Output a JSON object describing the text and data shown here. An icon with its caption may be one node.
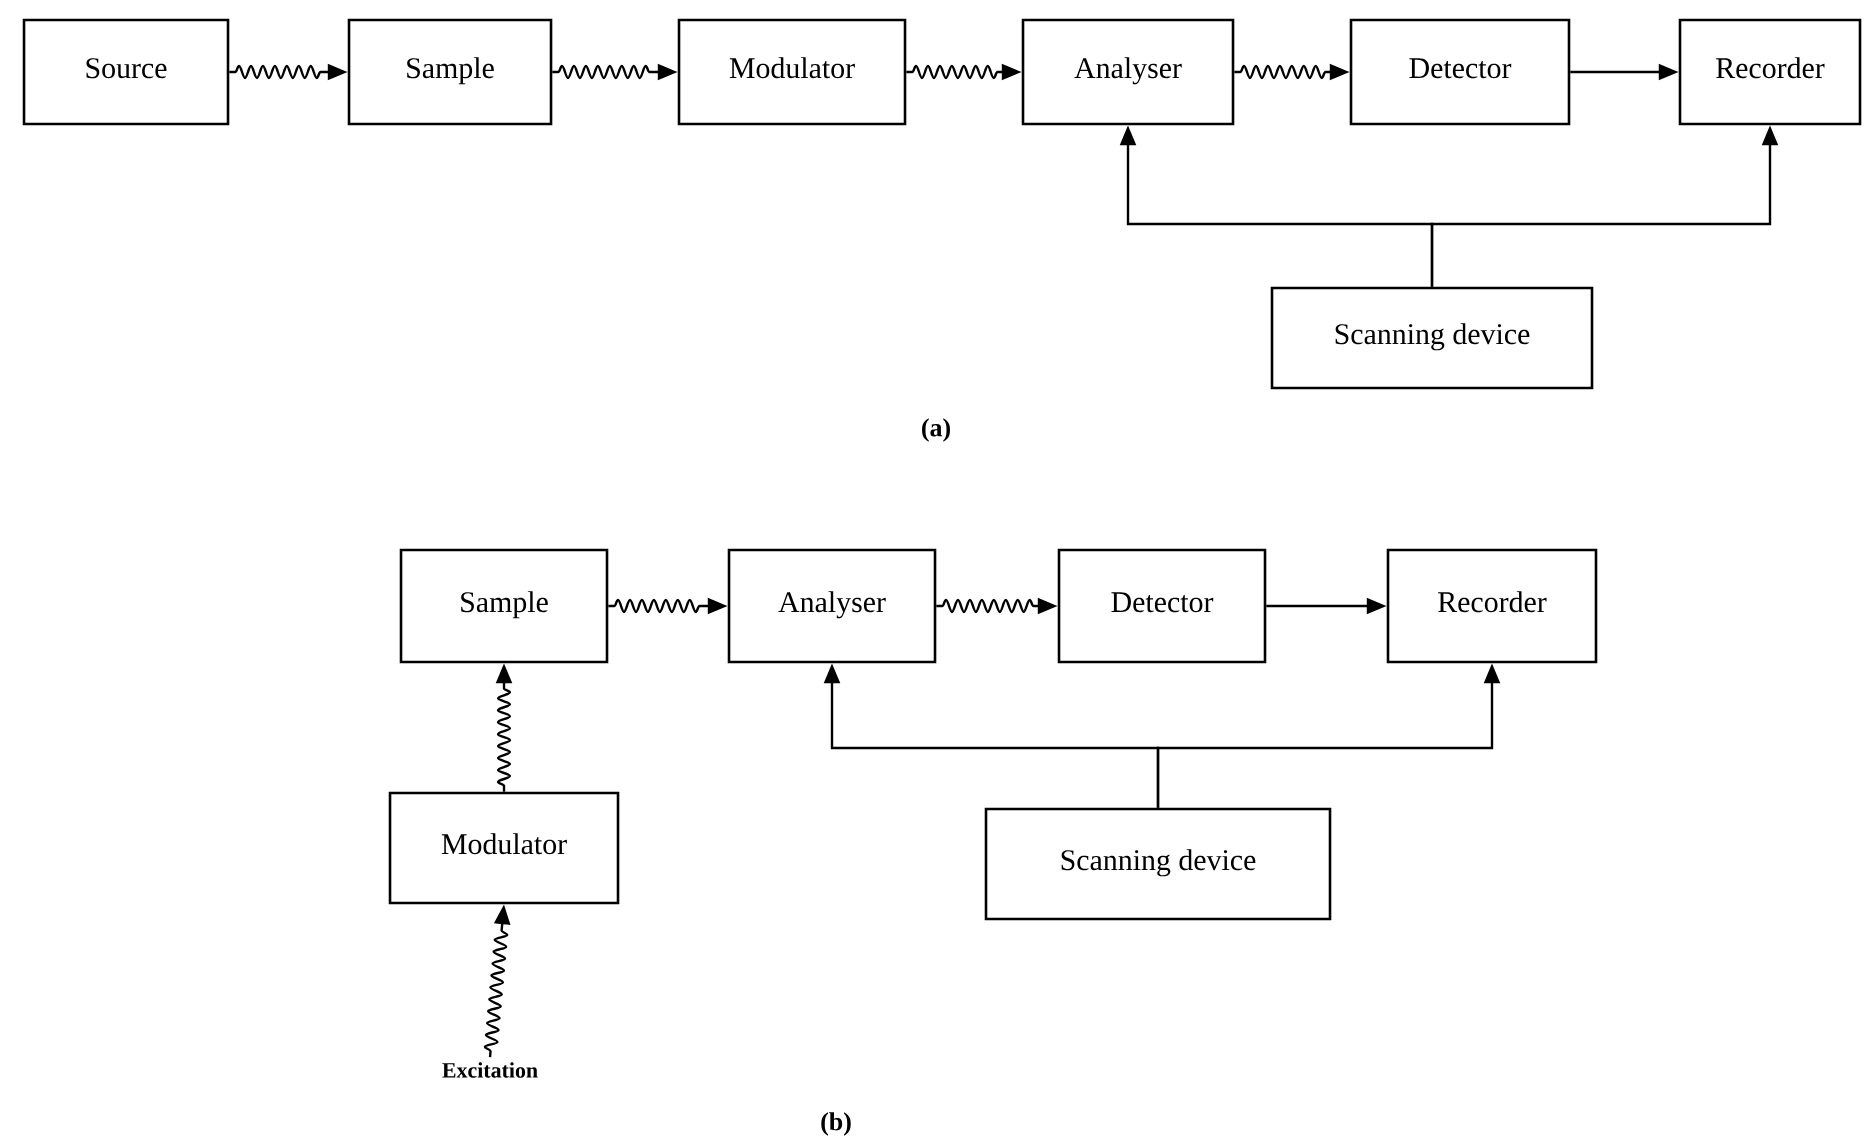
{
  "diagram": {
    "nodes": [
      {
        "text": [
          "Source"
        ]
      },
      {
        "text": [
          "Sample"
        ]
      },
      {
        "text": [
          "Modulator"
        ]
      },
      {
        "text": [
          "Analyser"
        ]
      },
      {
        "text": [
          "Detector"
        ]
      },
      {
        "text": [
          "Recorder"
        ]
      },
      {
        "text": [
          "Scanning device"
        ]
      },
      {
        "text": [
          "Sample"
        ]
      },
      {
        "text": [
          "Analyser"
        ]
      },
      {
        "text": [
          "Detector"
        ]
      },
      {
        "text": [
          "Recorder"
        ]
      },
      {
        "text": [
          "Modulator"
        ]
      },
      {
        "text": [
          "Scanning device"
        ]
      },
      {
        "text": [
          "Excitation"
        ]
      }
    ],
    "edges": [
      {
        "from": 0,
        "to": 1,
        "arrow": "to"
      },
      {
        "from": 1,
        "to": 2,
        "arrow": "to"
      },
      {
        "from": 2,
        "to": 3,
        "arrow": "to"
      },
      {
        "from": 3,
        "to": 4,
        "arrow": "to"
      },
      {
        "from": 4,
        "to": 5,
        "arrow": "to"
      },
      {
        "from": 6,
        "to": 3,
        "arrow": "to"
      },
      {
        "from": 6,
        "to": 5,
        "arrow": "to"
      },
      {
        "from": 7,
        "to": 8,
        "arrow": "to"
      },
      {
        "from": 8,
        "to": 9,
        "arrow": "to"
      },
      {
        "from": 9,
        "to": 10,
        "arrow": "to"
      },
      {
        "from": 12,
        "to": 8,
        "arrow": "to"
      },
      {
        "from": 12,
        "to": 10,
        "arrow": "to"
      },
      {
        "from": 11,
        "to": 7,
        "arrow": "to"
      },
      {
        "from": 13,
        "to": 11,
        "arrow": "to"
      }
    ],
    "labels": [
      "(a)",
      "(b)"
    ]
  }
}
